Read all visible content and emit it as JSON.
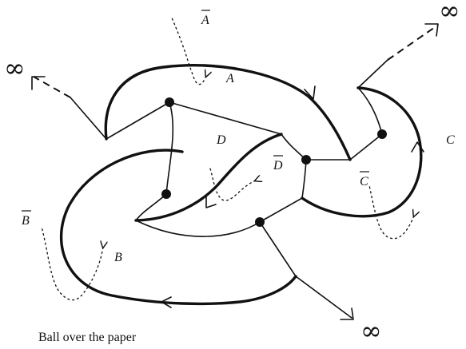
{
  "diagram": {
    "caption": "Ball over the paper",
    "infinity_symbol": "∞",
    "region_labels": {
      "A": "A",
      "A_bar": "A",
      "B": "B",
      "B_bar": "B",
      "C": "C",
      "C_bar": "C",
      "D": "D",
      "D_bar": "D"
    }
  }
}
